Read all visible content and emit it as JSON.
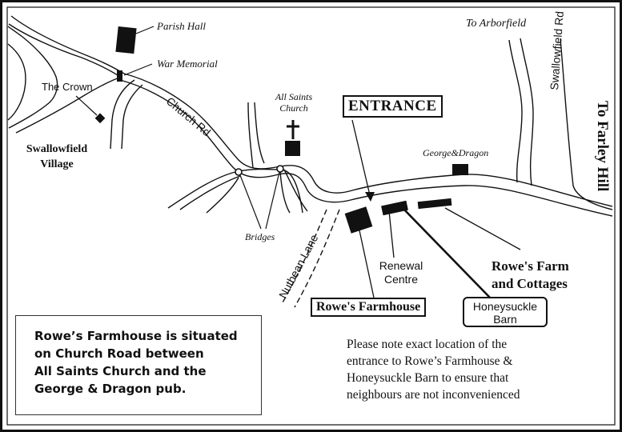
{
  "map": {
    "labels": {
      "parish_hall": "Parish Hall",
      "war_memorial": "War Memorial",
      "the_crown": "The Crown",
      "swallowfield_village_line1": "Swallowfield",
      "swallowfield_village_line2": "Village",
      "church_rd": "Church Rd",
      "all_saints_line1": "All Saints",
      "all_saints_line2": "Church",
      "entrance": "ENTRANCE",
      "george_dragon": "George&Dragon",
      "to_arborfield": "To Arborfield",
      "swallowfield_rd": "Swallowfield Rd",
      "to_farley_hill": "To Farley Hill",
      "bridges": "Bridges",
      "nutbean_lane": "Nutbean Lane",
      "renewal_centre_line1": "Renewal",
      "renewal_centre_line2": "Centre",
      "rowes_farm_line1": "Rowe's Farm",
      "rowes_farm_line2": "and Cottages",
      "rowes_farmhouse": "Rowe's Farmhouse",
      "honeysuckle_line1": "Honeysuckle",
      "honeysuckle_line2": "Barn"
    },
    "note_left": {
      "line1": "Rowe’s Farmhouse is situated",
      "line2": "on Church Road between",
      "line3": "All Saints Church and the",
      "line4": "George & Dragon pub."
    },
    "note_right": {
      "line1": "Please note exact location of the",
      "line2": "entrance to Rowe’s Farmhouse &",
      "line3": "Honeysuckle Barn to ensure that",
      "line4": "neighbours are not inconvenienced"
    },
    "colors": {
      "ink": "#111111",
      "background": "#ffffff"
    }
  }
}
